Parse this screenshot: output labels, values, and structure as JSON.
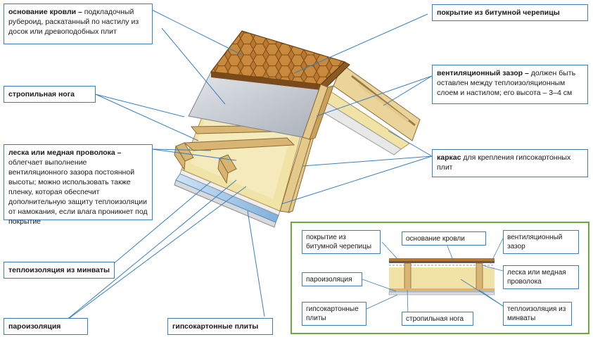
{
  "main_labels": {
    "roof_base": {
      "title": "основание кровли –",
      "text": " подкладочный рубероид, раскатанный по настилу из досок или древоподобных плит"
    },
    "rafter": {
      "title": "стропильная нога",
      "text": ""
    },
    "fishing_line": {
      "title": "леска или медная проволока –",
      "text": " облегчает выполнение вентиляционного зазора постоянной высоты; можно использовать также пленку, которая обеспечит дополнительную защиту теплоизоляции от намокания, если влага проникнет под покрытие"
    },
    "insulation": {
      "title": "теплоизоляция из минваты",
      "text": ""
    },
    "vapor_barrier": {
      "title": "пароизоляция",
      "text": ""
    },
    "drywall": {
      "title": "гипсокартонные плиты",
      "text": ""
    },
    "shingles": {
      "title": "покрытие из битумной черепицы",
      "text": ""
    },
    "vent_gap": {
      "title": "вентиляционный зазор –",
      "text": " должен быть оставлен между теплоизоляционным слоем и настилом; его высота – 3–4 см"
    },
    "frame": {
      "title": "каркас",
      "text": " для крепления гипсокартонных плит"
    }
  },
  "inset_labels": {
    "shingles": "покрытие из битумной черепицы",
    "roof_base": "основание кровли",
    "vent_gap": "вентиляционный зазор",
    "vapor_barrier": "пароизоляция",
    "fishing_line": "леска или медная проволока",
    "drywall": "гипсокартонные плиты",
    "rafter": "стропильная нога",
    "insulation": "теплоизоляция из минваты"
  },
  "colors": {
    "label_border": "#3a7fc1",
    "leader_line": "#3a7fc1",
    "inset_border": "#6aaa3c",
    "shingle": "#b9772f",
    "wood": "#d9b574",
    "insulation": "#f1e3a6",
    "vapor": "#9fc6e8",
    "metal": "#c9ced4"
  }
}
